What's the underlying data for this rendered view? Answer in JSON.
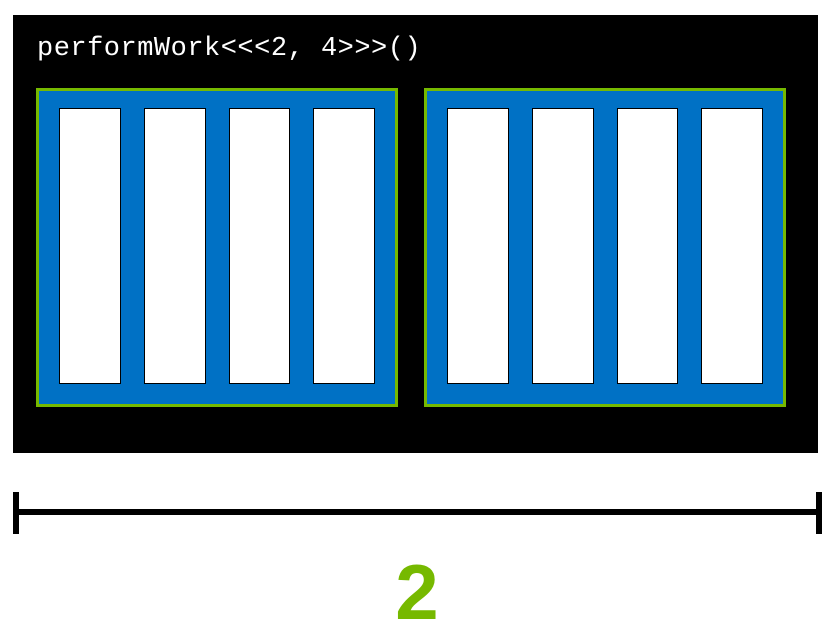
{
  "panel": {
    "code": "performWork<<<2, 4>>>()"
  },
  "figure": {
    "block_count": 2,
    "threads_per_block": 4,
    "colors": {
      "panel_background": "#000000",
      "block_border_green": "#76b900",
      "block_fill_blue": "#0071c5",
      "thread_fill_white": "#ffffff",
      "thread_border_black": "#000000",
      "bracket_black": "#000000",
      "label_green": "#76b900",
      "code_text_white": "#ffffff"
    }
  },
  "annotation": {
    "bracket_label": "2"
  }
}
